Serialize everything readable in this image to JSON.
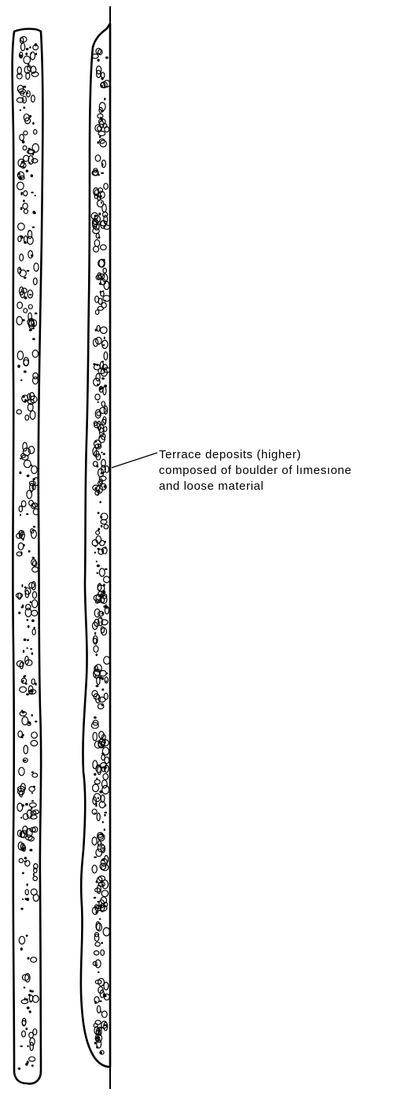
{
  "annotation": {
    "lines": [
      "Terrace deposits (higher)",
      "composed of boulder of lımesıone",
      "and loose material"
    ]
  },
  "colors": {
    "ink": "#000000",
    "paper": "#ffffff"
  }
}
